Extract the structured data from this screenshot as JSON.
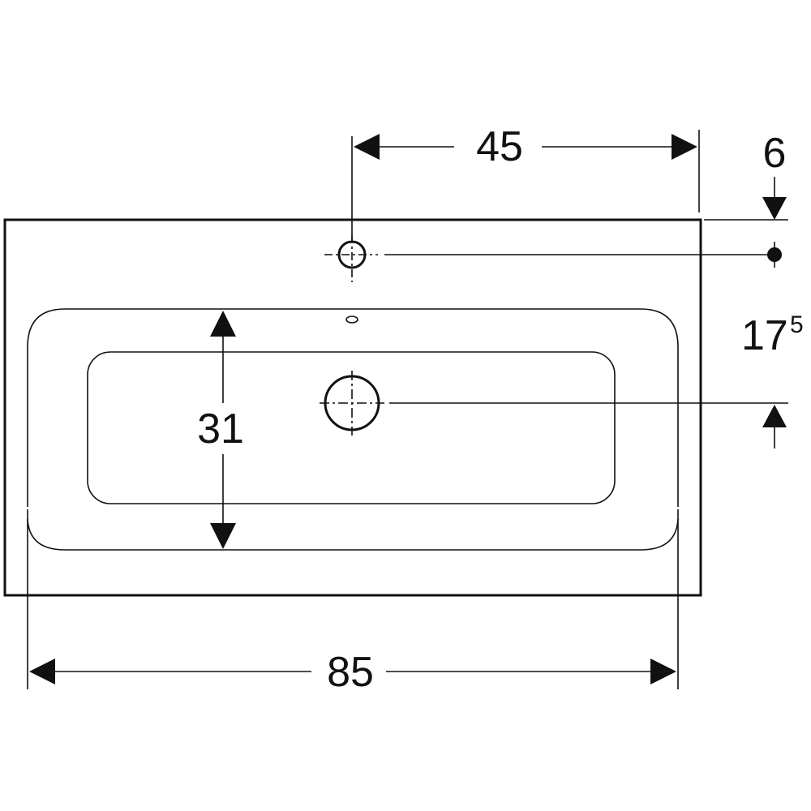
{
  "dimensions": {
    "tap_to_edge": "45",
    "tap_from_back": "6",
    "drain_offset_main": "17",
    "drain_offset_sup": "5",
    "bowl_depth": "31",
    "overall_width": "85"
  },
  "colors": {
    "line": "#111111",
    "background": "#ffffff"
  }
}
